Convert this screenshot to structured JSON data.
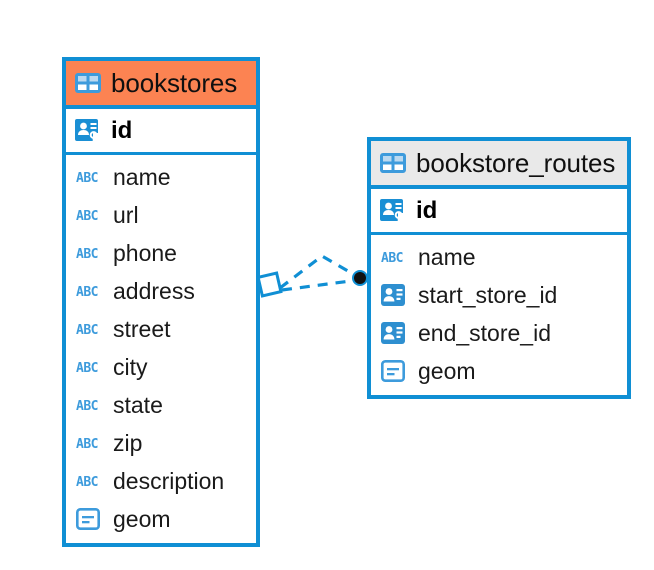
{
  "diagram": {
    "type": "entity-relationship-diagram",
    "background_color": "#ffffff",
    "accent_color": "#108FD4",
    "highlight_color": "#FC8352",
    "header_gray": "#E9E9E9"
  },
  "entities": [
    {
      "name": "bookstores",
      "header_icon": "table-icon",
      "header_style": "orange",
      "primary_key": {
        "label": "id",
        "icon": "primary-key-icon"
      },
      "fields": [
        {
          "label": "name",
          "icon": "abc-text-icon",
          "type": "text"
        },
        {
          "label": "url",
          "icon": "abc-text-icon",
          "type": "text"
        },
        {
          "label": "phone",
          "icon": "abc-text-icon",
          "type": "text"
        },
        {
          "label": "address",
          "icon": "abc-text-icon",
          "type": "text"
        },
        {
          "label": "street",
          "icon": "abc-text-icon",
          "type": "text"
        },
        {
          "label": "city",
          "icon": "abc-text-icon",
          "type": "text"
        },
        {
          "label": "state",
          "icon": "abc-text-icon",
          "type": "text"
        },
        {
          "label": "zip",
          "icon": "abc-text-icon",
          "type": "text"
        },
        {
          "label": "description",
          "icon": "abc-text-icon",
          "type": "text"
        },
        {
          "label": "geom",
          "icon": "geometry-icon",
          "type": "geometry"
        }
      ]
    },
    {
      "name": "bookstore_routes",
      "header_icon": "table-icon",
      "header_style": "gray",
      "primary_key": {
        "label": "id",
        "icon": "primary-key-icon"
      },
      "fields": [
        {
          "label": "name",
          "icon": "abc-text-icon",
          "type": "text"
        },
        {
          "label": "start_store_id",
          "icon": "foreign-key-icon",
          "type": "reference"
        },
        {
          "label": "end_store_id",
          "icon": "foreign-key-icon",
          "type": "reference"
        },
        {
          "label": "geom",
          "icon": "geometry-icon",
          "type": "geometry"
        }
      ]
    }
  ],
  "relationship": {
    "from": "bookstores",
    "to": "bookstore_routes",
    "line_style": "dashed",
    "line_color": "#108FD4",
    "source_marker": "diamond-marker",
    "target_marker": "filled-circle-marker"
  }
}
